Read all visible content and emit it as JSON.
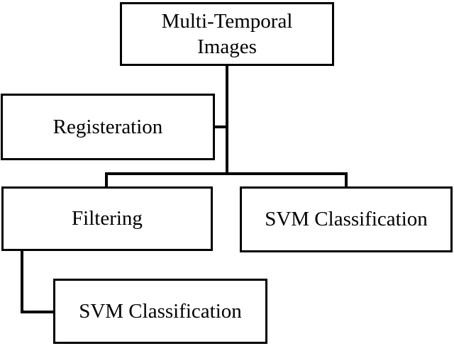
{
  "diagram": {
    "type": "flowchart",
    "colors": {
      "background": "#ffffff",
      "box_fill": "#ffffff",
      "box_border": "#000000",
      "text": "#000000",
      "connector": "#000000"
    },
    "nodes": [
      {
        "id": "multi-temporal-images",
        "label": "Multi-Temporal Images"
      },
      {
        "id": "registration",
        "label": "Registeration"
      },
      {
        "id": "filtering",
        "label": "Filtering"
      },
      {
        "id": "svm-classification-right",
        "label": "SVM Classification"
      },
      {
        "id": "svm-classification-bottom",
        "label": "SVM Classification"
      }
    ],
    "edges": [
      {
        "from": "multi-temporal-images",
        "to": "registration",
        "style": "elbow"
      },
      {
        "from": "multi-temporal-images",
        "to": "filtering",
        "style": "elbow"
      },
      {
        "from": "multi-temporal-images",
        "to": "svm-classification-right",
        "style": "elbow"
      },
      {
        "from": "filtering",
        "to": "svm-classification-bottom",
        "style": "elbow"
      }
    ]
  }
}
